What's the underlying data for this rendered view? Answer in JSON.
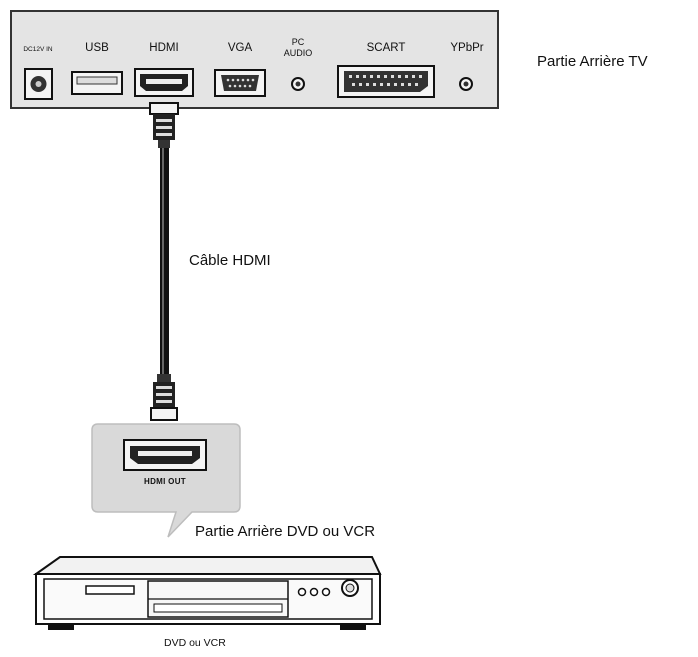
{
  "tv_panel": {
    "ports": [
      {
        "label": "DC12V IN"
      },
      {
        "label": "USB"
      },
      {
        "label": "HDMI"
      },
      {
        "label": "VGA"
      },
      {
        "label": "PC AUDIO"
      },
      {
        "label": "SCART"
      },
      {
        "label": "YPbPr"
      }
    ],
    "caption": "Partie Arrière TV"
  },
  "cable": {
    "caption": "Câble HDMI"
  },
  "dvd_panel": {
    "port_label": "HDMI OUT",
    "caption": "Partie Arrière DVD ou VCR"
  },
  "device": {
    "caption": "DVD ou VCR"
  }
}
